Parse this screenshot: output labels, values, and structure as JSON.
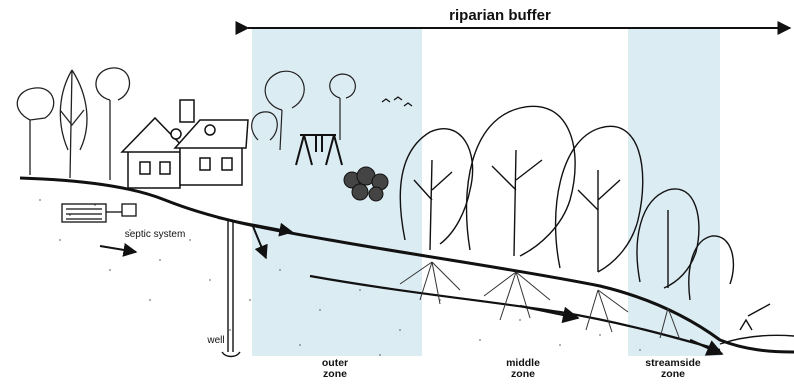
{
  "title": "riparian buffer",
  "labels": {
    "septic": "septic system",
    "well": "well"
  },
  "zones": [
    {
      "line1": "outer",
      "line2": "zone"
    },
    {
      "line1": "middle",
      "line2": "zone"
    },
    {
      "line1": "streamside",
      "line2": "zone"
    }
  ],
  "colors": {
    "zone_band": "#dcecf3",
    "ink": "#111111"
  }
}
